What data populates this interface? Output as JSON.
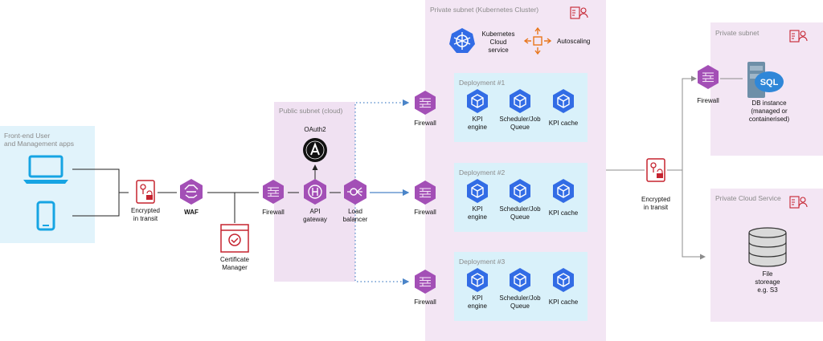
{
  "colors": {
    "frontend_bg": "#e1f3fb",
    "public_bg": "#f0e1f2",
    "private_bg": "#f3e6f4",
    "deployment_bg": "#d9f1fa",
    "purple": "#a34fb6",
    "red": "#c5232f",
    "k8s_blue": "#326ce5",
    "orange": "#e8761c",
    "device_blue": "#16a4e3",
    "line_gray": "#8c8c8c",
    "dotted_blue": "#4a84c8"
  },
  "zones": {
    "frontend": "Front-end User\nand Management apps",
    "public_subnet": "Public subnet (cloud)",
    "k8s_subnet": "Private subnet (Kubernetes Cluster)",
    "db_subnet": "Private subnet",
    "cloud_service": "Private Cloud Service"
  },
  "left_flow": {
    "encrypted": "Encrypted\nin transit",
    "waf": "WAF",
    "cert_manager": "Certificate\nManager",
    "firewall": "Firewall",
    "oauth": "OAuth2",
    "api_gateway": "API\ngateway",
    "load_balancer": "Load\nbalancer"
  },
  "k8s": {
    "service": "Kubernetes\nCloud\nservice",
    "autoscaling": "Autoscaling",
    "firewalls": [
      "Firewall",
      "Firewall",
      "Firewall"
    ],
    "deployments": [
      {
        "title": "Deployment #1",
        "pods": [
          "KPI\nengine",
          "Scheduler/Job\nQueue",
          "KPI cache"
        ]
      },
      {
        "title": "Deployment #2",
        "pods": [
          "KPI\nengine",
          "Scheduler/Job\nQueue",
          "KPI cache"
        ]
      },
      {
        "title": "Deployment #3",
        "pods": [
          "KPI\nengine",
          "Scheduler/Job\nQueue",
          "KPI cache"
        ]
      }
    ]
  },
  "right_flow": {
    "encrypted": "Encrypted\nin transit",
    "firewall": "Firewall",
    "db_icon_text": "SQL",
    "db": "DB instance\n(managed or\ncontainerised)",
    "storage": "File\nstoreage\ne.g. S3"
  }
}
